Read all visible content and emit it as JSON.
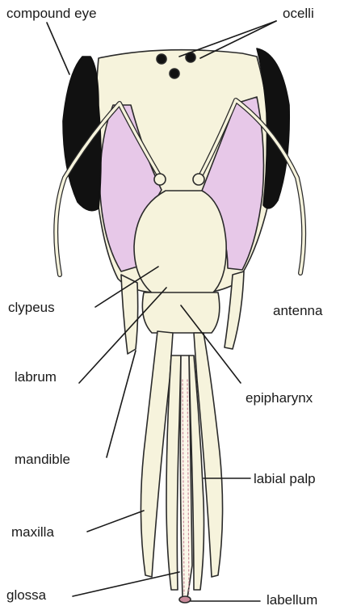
{
  "labels": {
    "compound_eye": "compound eye",
    "ocelli": "ocelli",
    "clypeus": "clypeus",
    "antenna": "antenna",
    "labrum": "labrum",
    "epipharynx": "epipharynx",
    "mandible": "mandible",
    "labial_palp": "labial palp",
    "maxilla": "maxilla",
    "glossa": "glossa",
    "labellum": "labellum"
  },
  "colors": {
    "head": "#f6f3dc",
    "eye": "#111111",
    "gena": "#e7c8e8",
    "outline": "#2a2a2a",
    "labellum_accent": "#c98a9a"
  }
}
